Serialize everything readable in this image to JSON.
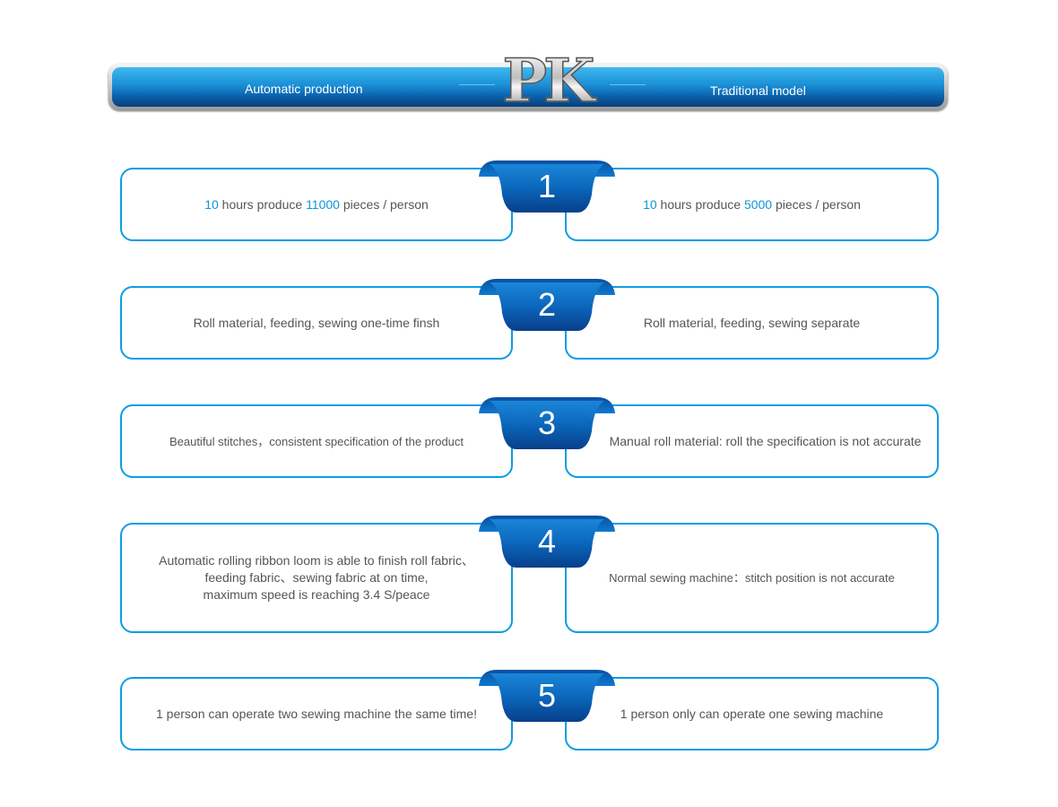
{
  "header": {
    "left_label": "Automatic production",
    "right_label": "Traditional model",
    "logo_text": "PK"
  },
  "rows": [
    {
      "number": "1",
      "left": {
        "n1": "10",
        "t1": " hours produce ",
        "n2": "11000",
        "t2": " pieces / person"
      },
      "right": {
        "n1": "10",
        "t1": " hours produce ",
        "n2": "5000",
        "t2": " pieces / person"
      }
    },
    {
      "number": "2",
      "left_text": "Roll material, feeding, sewing one-time finsh",
      "right_text": "Roll material, feeding, sewing separate"
    },
    {
      "number": "3",
      "left_text": "Beautiful stitches，consistent specification of the product",
      "right_text": "Manual roll material: roll the specification is not accurate"
    },
    {
      "number": "4",
      "left_lines": [
        "Automatic rolling ribbon loom is able to finish roll fabric、",
        "feeding fabric、sewing fabric at on time,",
        "maximum speed is reaching 3.4 S/peace"
      ],
      "right_text": "Normal sewing machine：stitch position is not accurate"
    },
    {
      "number": "5",
      "left_text": "1 person can operate two sewing machine the same time!",
      "right_text": "1 person only can operate one sewing machine"
    }
  ],
  "colors": {
    "accent": "#0d9de2",
    "ribbon": "#0b5fb0",
    "text": "#555555"
  }
}
